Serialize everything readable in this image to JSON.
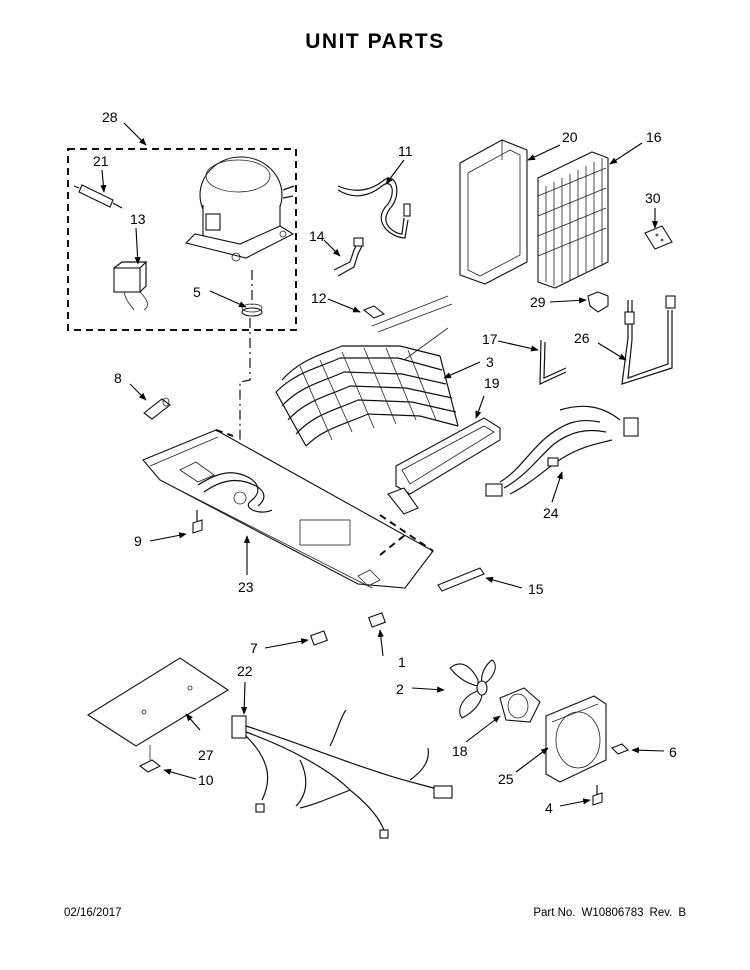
{
  "title": "UNIT PARTS",
  "footer": {
    "date": "02/16/2017",
    "part_no_label": "Part No.",
    "part_no": "W10806783",
    "rev_label": "Rev.",
    "rev": "B"
  },
  "callouts": [
    "1",
    "2",
    "3",
    "4",
    "5",
    "6",
    "7",
    "8",
    "9",
    "10",
    "11",
    "12",
    "13",
    "14",
    "15",
    "16",
    "17",
    "18",
    "19",
    "20",
    "21",
    "22",
    "23",
    "24",
    "25",
    "26",
    "27",
    "28",
    "29",
    "30"
  ]
}
